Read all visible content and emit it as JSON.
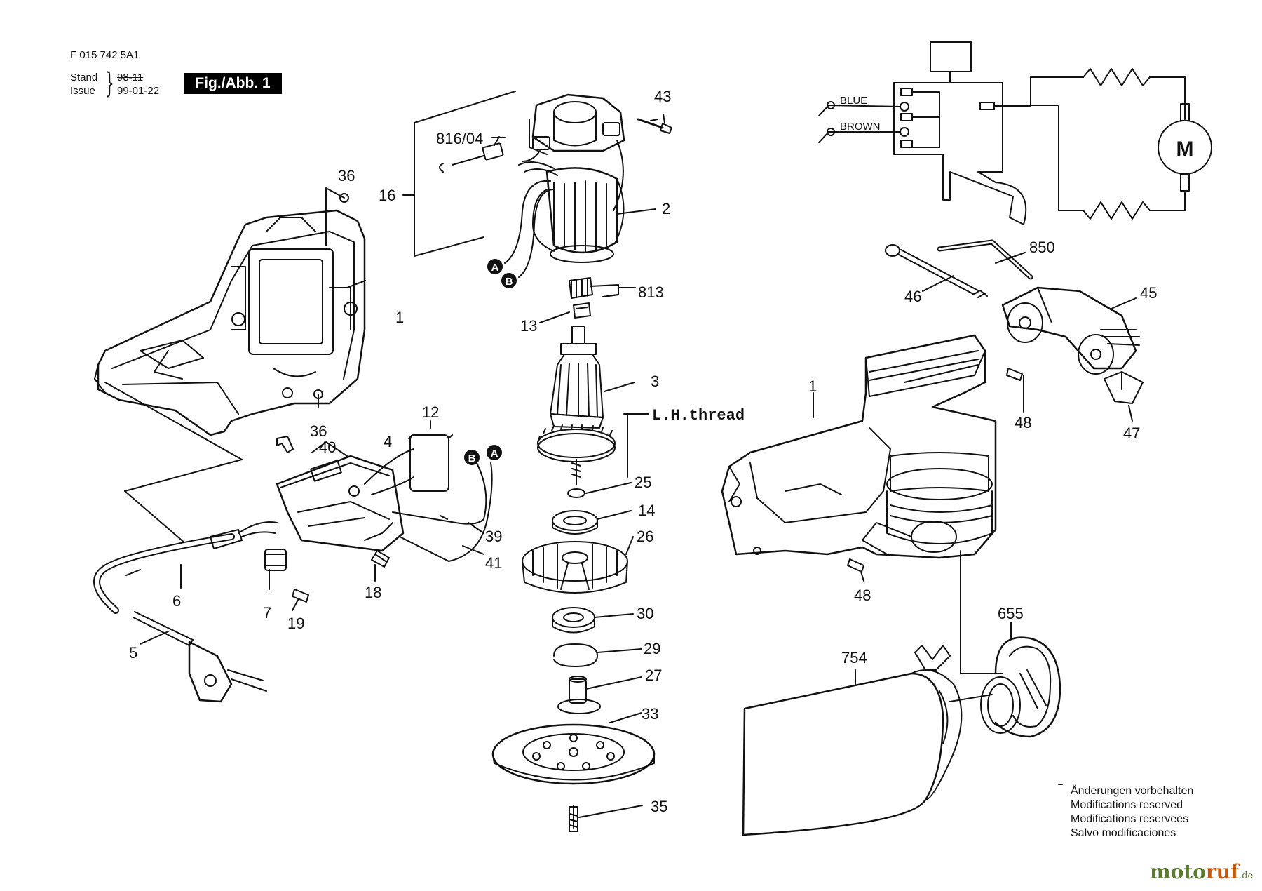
{
  "header": {
    "doc_number": "F 015 742 5A1",
    "stand_label": "Stand",
    "stand_date": "98-11",
    "issue_label": "Issue",
    "issue_date": "99-01-22",
    "figure_label": "Fig./Abb. 1"
  },
  "callouts": {
    "c1_left": "1",
    "c36_top": "36",
    "c36_bottom": "36",
    "c40": "40",
    "c4": "4",
    "c12": "12",
    "c39": "39",
    "c41": "41",
    "c18": "18",
    "c6": "6",
    "c7": "7",
    "c19": "19",
    "c5": "5",
    "c16": "16",
    "c816": "816/04",
    "c43": "43",
    "c2": "2",
    "c813": "813",
    "c13": "13",
    "c3": "3",
    "c25": "25",
    "c14": "14",
    "c26": "26",
    "c30": "30",
    "c29": "29",
    "c27": "27",
    "c33": "33",
    "c35": "35",
    "c850": "850",
    "c46": "46",
    "c45": "45",
    "c1_right": "1",
    "c48_top": "48",
    "c47": "47",
    "c48_bottom": "48",
    "c655": "655",
    "c754": "754"
  },
  "annotations": {
    "lh_thread": "L.H.thread"
  },
  "wiring": {
    "wire_blue": "BLUE",
    "wire_brown": "BROWN",
    "motor_symbol": "M",
    "terminal_a": "A",
    "terminal_b": "B"
  },
  "notes": [
    "Änderungen vorbehalten",
    "Modifications reserved",
    "Modifications reservees",
    "Salvo modificaciones"
  ],
  "watermark": {
    "part1": "moto",
    "part2": "ruf",
    "part3": ".de"
  }
}
